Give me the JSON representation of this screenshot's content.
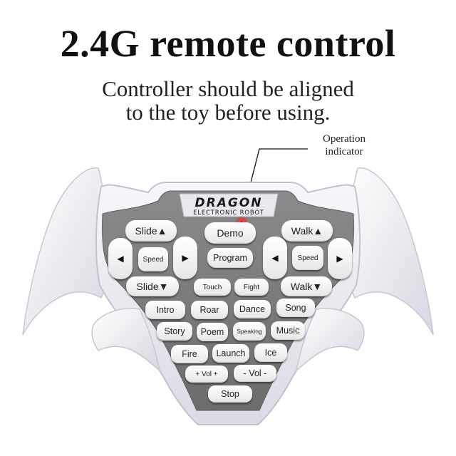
{
  "title": "2.4G remote control",
  "subtitle_line1": "Controller should be aligned",
  "subtitle_line2": "to the toy before using.",
  "indicator_label_line1": "Operation",
  "indicator_label_line2": "indicator",
  "logo": {
    "brand": "DRAGON",
    "tagline": "ELECTRONIC ROBOT"
  },
  "colors": {
    "body": "#eceaf1",
    "panel": "#7b7b7b",
    "button": "#f2f2f2",
    "led": "#ff2020"
  },
  "buttons": {
    "slide_up": "Slide▲",
    "demo": "Demo",
    "walk_up": "Walk▲",
    "left_arrow_1": "◀",
    "speed_1": "Speed",
    "right_arrow_1": "▶",
    "program": "Program",
    "left_arrow_2": "◀",
    "speed_2": "Speed",
    "right_arrow_2": "▶",
    "slide_down": "Slide▼",
    "touch": "Touch",
    "fight": "Fight",
    "walk_down": "Walk▼",
    "intro": "Intro",
    "roar": "Roar",
    "dance": "Dance",
    "song": "Song",
    "story": "Story",
    "poem": "Poem",
    "speaking": "Speaking",
    "music": "Music",
    "fire": "Fire",
    "launch": "Launch",
    "ice": "Ice",
    "vol_up": "+ Vol +",
    "vol_down": "- Vol -",
    "stop": "Stop"
  }
}
